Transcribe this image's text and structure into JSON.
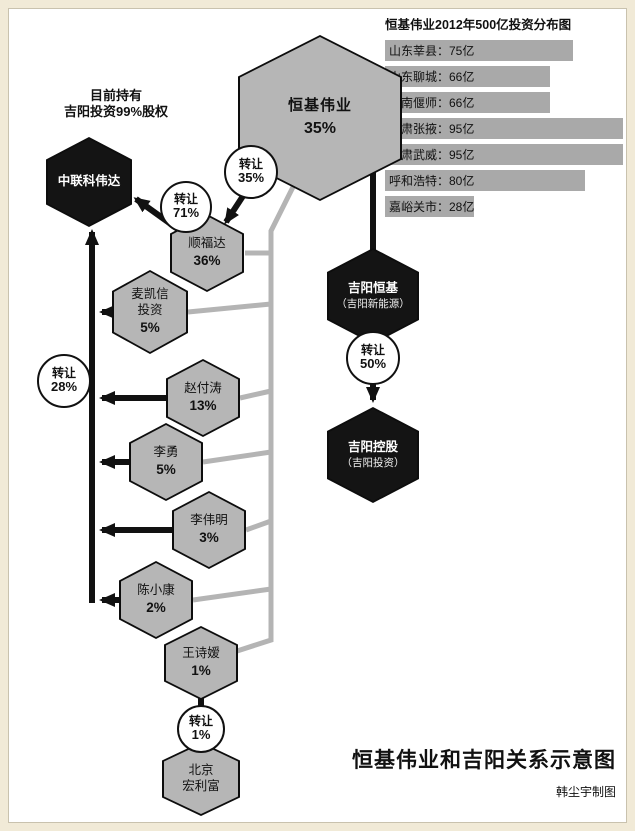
{
  "chart_data": {
    "type": "bar",
    "title": "恒基伟业2012年500亿投资分布图",
    "categories": [
      "山东莘县",
      "山东聊城",
      "河南偃师",
      "甘肃张掖",
      "甘肃武威",
      "呼和浩特",
      "嘉峪关市"
    ],
    "values": [
      75,
      66,
      66,
      95,
      95,
      80,
      28
    ],
    "unit": "亿",
    "value_separator": "：",
    "bar_color": "#a9a9a9",
    "xlim": [
      0,
      100
    ],
    "legend": "none",
    "grid": false
  },
  "note": {
    "line1": "目前持有",
    "line2": "吉阳投资99%股权"
  },
  "nodes": {
    "hengji": {
      "name": "恒基伟业",
      "pct": "35%"
    },
    "zhonglian": {
      "name": "中联科伟达"
    },
    "jiyang_hengji": {
      "name": "吉阳恒基",
      "alias": "（吉阳新能源）"
    },
    "jiyang_kongu": {
      "name": "吉阳控股",
      "alias": "（吉阳投资）"
    },
    "gray": [
      {
        "name": "顺福达",
        "pct": "36%"
      },
      {
        "name": "麦凯信\n投资",
        "pct": "5%"
      },
      {
        "name": "赵付涛",
        "pct": "13%"
      },
      {
        "name": "李勇",
        "pct": "5%"
      },
      {
        "name": "李伟明",
        "pct": "3%"
      },
      {
        "name": "陈小康",
        "pct": "2%"
      },
      {
        "name": "王诗嫒",
        "pct": "1%"
      },
      {
        "name": "北京\n宏利富",
        "pct": ""
      }
    ]
  },
  "transfers": [
    {
      "label": "转让",
      "pct": "35%"
    },
    {
      "label": "转让",
      "pct": "71%"
    },
    {
      "label": "转让",
      "pct": "28%"
    },
    {
      "label": "转让",
      "pct": "50%"
    },
    {
      "label": "转让",
      "pct": "1%"
    }
  ],
  "footer": {
    "title": "恒基伟业和吉阳关系示意图",
    "credit": "韩尘宇制图"
  }
}
